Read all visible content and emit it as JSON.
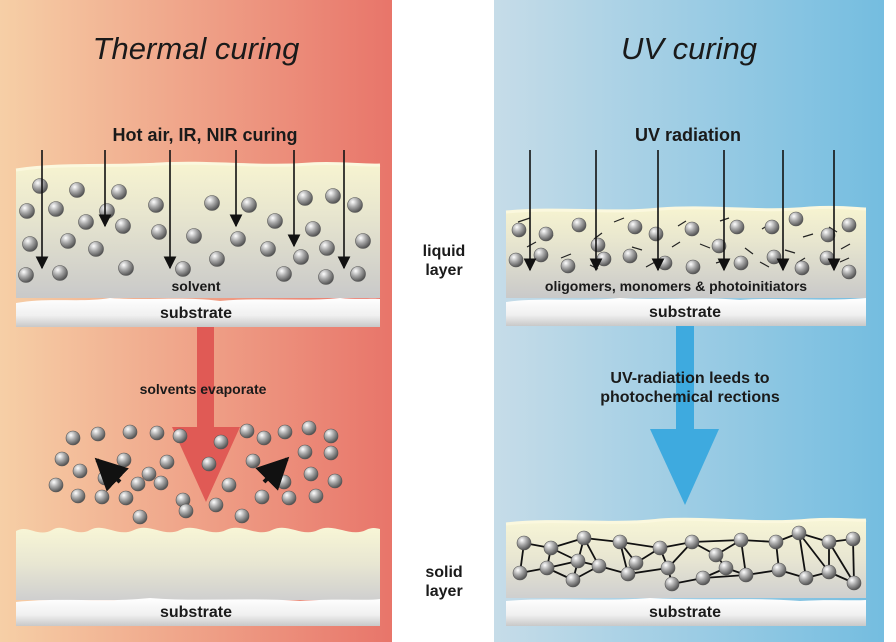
{
  "thermal": {
    "title": "Thermal curing",
    "source_label": "Hot air, IR, NIR curing",
    "liquid_label": "solvent",
    "substrate_top": "substrate",
    "process_label": "solvents evaporate",
    "substrate_bottom": "substrate",
    "panel_color_start": "#f6cfa6",
    "panel_color_end": "#e8756a",
    "arrow_color": "#e05a55"
  },
  "uv": {
    "title": "UV curing",
    "source_label": "UV radiation",
    "liquid_label": "oligomers, monomers & photoinitiators",
    "substrate_top": "substrate",
    "process_label_line1": "UV-radiation leeds to",
    "process_label_line2": "photochemical rections",
    "substrate_bottom": "substrate",
    "panel_color_start": "#c6dce8",
    "panel_color_end": "#74bde0",
    "arrow_color": "#3eaadf"
  },
  "center": {
    "liquid_line1": "liquid",
    "liquid_line2": "layer",
    "solid_line1": "solid",
    "solid_line2": "layer"
  },
  "colors": {
    "coating": "#f8f5d2",
    "substrate": "#eeeeee",
    "particle": "#9a9a9a"
  }
}
